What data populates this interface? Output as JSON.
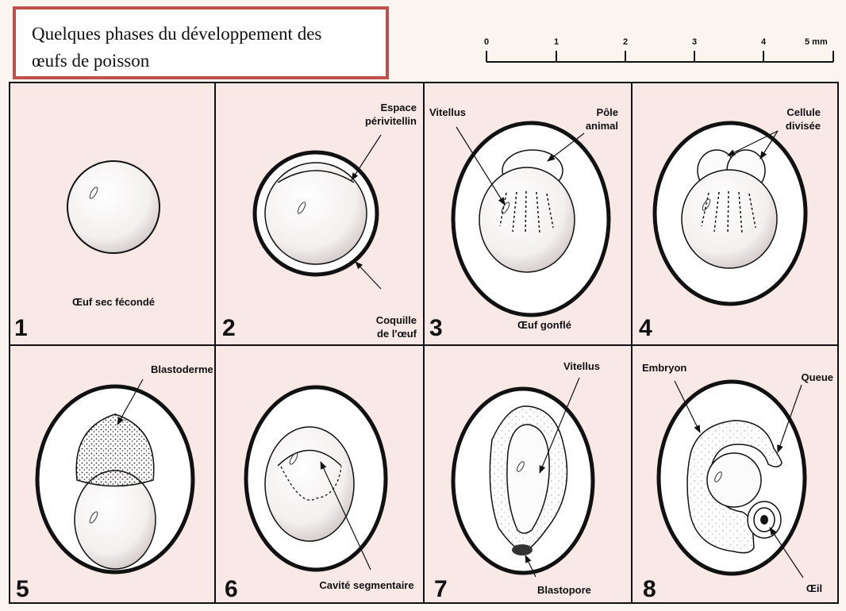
{
  "title": {
    "line1": "Quelques phases du développement des",
    "line2": "œufs de poisson"
  },
  "scale": {
    "ticks": [
      "0",
      "1",
      "2",
      "3",
      "4",
      "5 mm"
    ]
  },
  "panels": [
    {
      "number": "1",
      "labels": {
        "caption": "Œuf sec fécondé"
      }
    },
    {
      "number": "2",
      "labels": {
        "perivitellin_1": "Espace",
        "perivitellin_2": "périvitellin",
        "shell_1": "Coquille",
        "shell_2": "de l'œuf"
      }
    },
    {
      "number": "3",
      "labels": {
        "vitellus": "Vitellus",
        "pole_1": "Pôle",
        "pole_2": "animal",
        "caption": "Œuf gonflé"
      }
    },
    {
      "number": "4",
      "labels": {
        "cell_1": "Cellule",
        "cell_2": "divisée"
      }
    },
    {
      "number": "5",
      "labels": {
        "blastoderm": "Blastoderme"
      }
    },
    {
      "number": "6",
      "labels": {
        "cavity": "Cavité segmentaire"
      }
    },
    {
      "number": "7",
      "labels": {
        "vitellus": "Vitellus",
        "blastopore": "Blastopore"
      }
    },
    {
      "number": "8",
      "labels": {
        "embryo": "Embryon",
        "tail": "Queue",
        "eye": "Œil"
      }
    }
  ],
  "colors": {
    "panel_bg": "#f8e8e6",
    "title_border": "#c0504d",
    "ink": "#111111"
  }
}
